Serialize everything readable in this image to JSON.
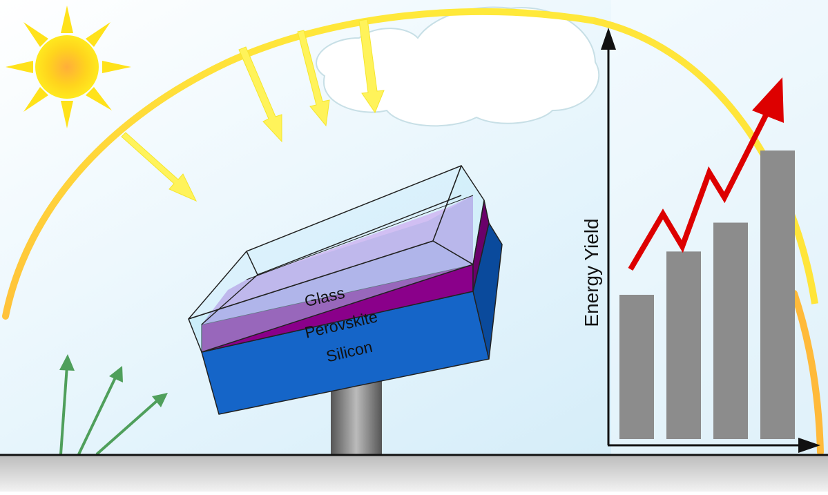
{
  "layers": {
    "glass": "Glass",
    "perovskite": "Perovskite",
    "silicon": "Silicon"
  },
  "chart": {
    "ylabel": "Energy Yield"
  },
  "chart_data": {
    "type": "bar",
    "categories": [
      "",
      "",
      "",
      ""
    ],
    "values": [
      1.0,
      1.3,
      1.5,
      2.0
    ],
    "ylabel": "Energy Yield",
    "xlabel": "",
    "trend": "increasing"
  },
  "colors": {
    "sky": "#dff2fb",
    "sun": "#ffe21a",
    "sun_arc": "#ffe83c",
    "cloud_stroke": "#c7dfe6",
    "glass": "#b9e8f5",
    "perovskite": "#8b008b",
    "silicon": "#0a63c8",
    "bars": "#8c8c8c",
    "trend_arrow": "#dd0000",
    "reflected_light": "#4f9f5b",
    "ground": "#d6d6d6"
  },
  "icons": {
    "sun": "sun-icon",
    "cloud": "cloud-icon"
  }
}
